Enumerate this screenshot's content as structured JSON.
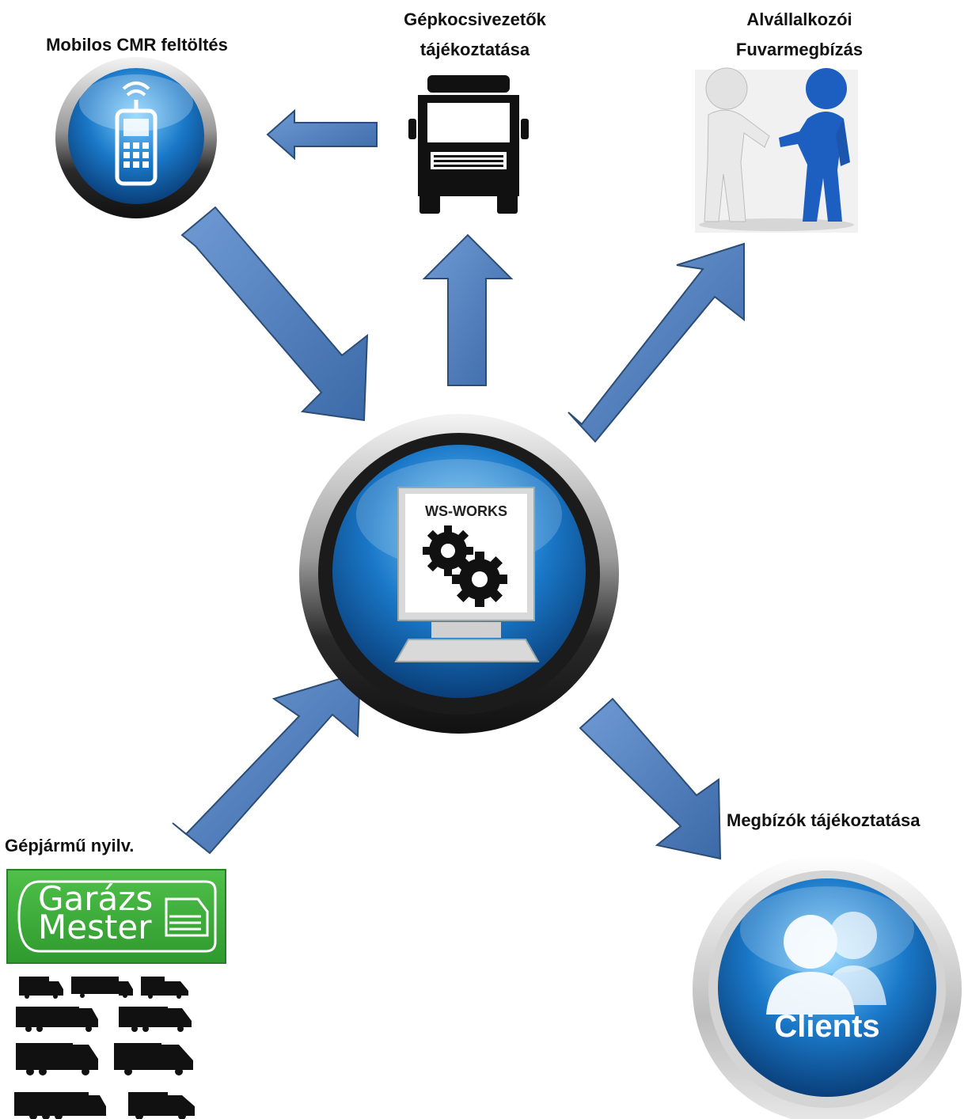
{
  "nodes": {
    "mobile": {
      "label": "Mobilos CMR feltöltés"
    },
    "drivers": {
      "label_line1": "Gépkocsivezetők",
      "label_line2": "tájékoztatása"
    },
    "subcontract": {
      "label_line1": "Alvállalkozói",
      "label_line2": "Fuvarmegbízás"
    },
    "center": {
      "screen_text": "WS-WORKS"
    },
    "vehicles": {
      "label": "Gépjármű nyilv.",
      "logo_line1": "Garázs",
      "logo_line2": "Mester"
    },
    "clients": {
      "label": "Megbízók tájékoztatása",
      "badge_text": "Clients"
    }
  },
  "colors": {
    "arrow_fill": "#4f81bd",
    "arrow_stroke": "#2c4d75",
    "orb_blue": "#1a78c8",
    "logo_green": "#3aad39"
  }
}
